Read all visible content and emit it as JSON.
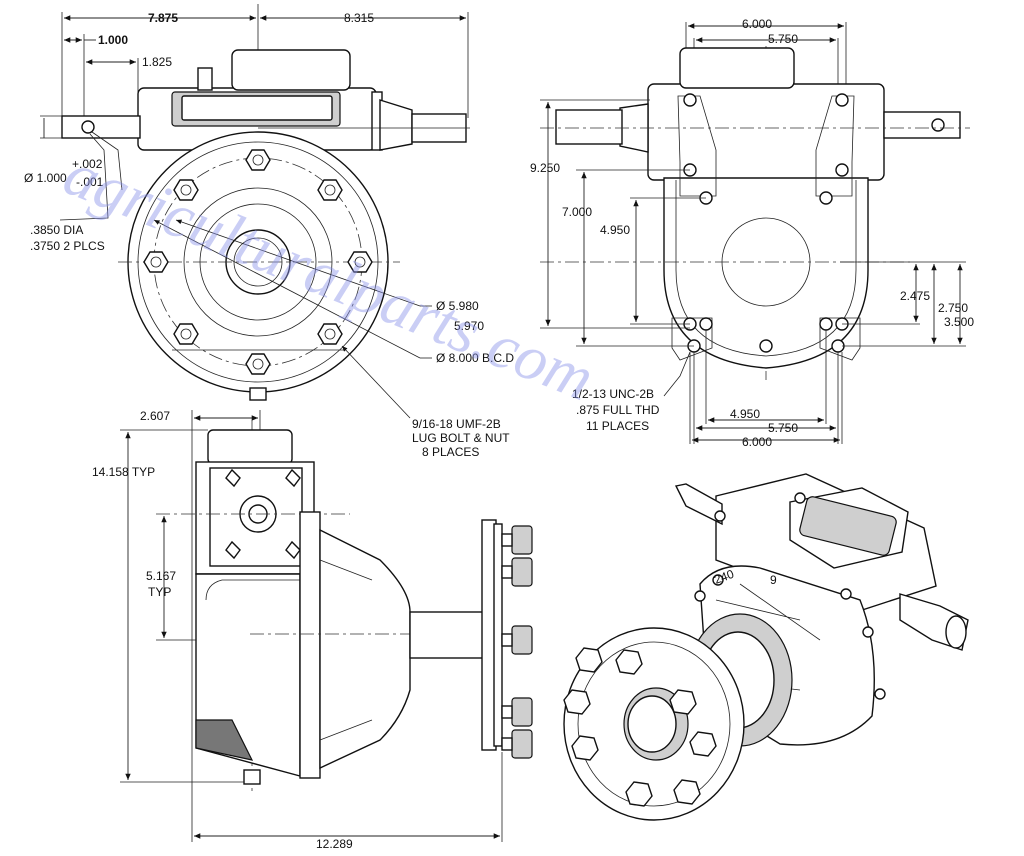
{
  "dimensions": {
    "top_overall_left": "7.875",
    "top_overall_right": "8.315",
    "shaft_offset": "1.000",
    "shaft_to_housing": "1.825",
    "shaft_dia_label": "Ø 1.000",
    "shaft_tol_plus": "+.002",
    "shaft_tol_minus": "-.001",
    "pin_hole_line1": ".3850 DIA",
    "pin_hole_line2": ".3750 2 PLCS",
    "pilot_dia_line1": "Ø  5.980",
    "pilot_dia_line2": "5.970",
    "bolt_circle": "Ø 8.000 B.C.D",
    "lug_line1": "9/16-18 UMF-2B",
    "lug_line2": "LUG BOLT & NUT",
    "lug_line3": "8 PLACES",
    "rear_top_outer": "6.000",
    "rear_top_inner": "5.750",
    "rear_height_total": "9.250",
    "rear_height_7": "7.000",
    "rear_height_495": "4.950",
    "rear_right_2475": "2.475",
    "rear_right_2750": "2.750",
    "rear_right_3500": "3.500",
    "tap_line1": "1/2-13 UNC-2B",
    "tap_line2": ".875 FULL THD",
    "tap_line3": "11 PLACES",
    "rear_bottom_495": "4.950",
    "rear_bottom_5750": "5.750",
    "rear_bottom_6000": "6.000",
    "side_2607": "2.607",
    "side_height": "14.158 TYP",
    "side_5167_line1": "5.167",
    "side_5167_line2": "TYP",
    "side_overall": "12.289"
  },
  "watermark": "agriculturalparts.com",
  "iso_marks": {
    "mark_a": "240",
    "mark_b": "9"
  }
}
